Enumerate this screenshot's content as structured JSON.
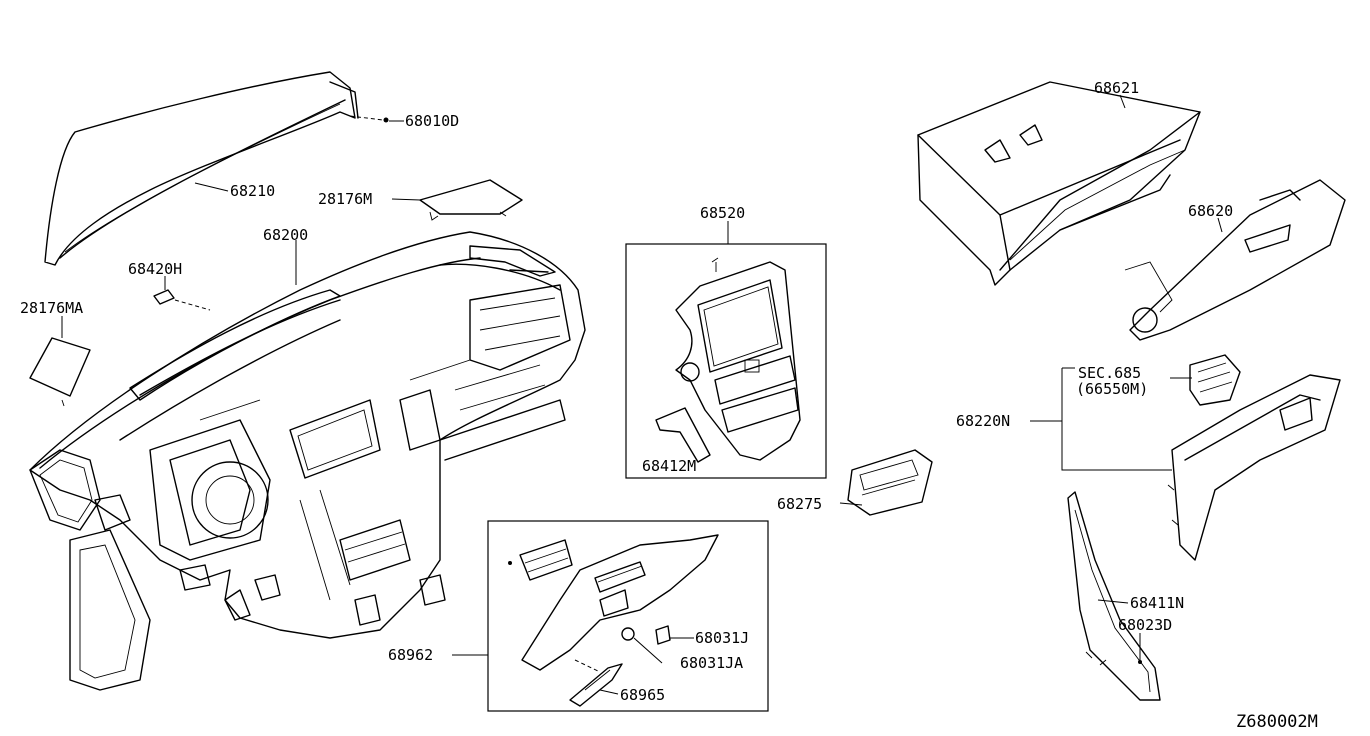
{
  "diagram_code": "Z680002M",
  "parts": {
    "p68010D": "68010D",
    "p68210": "68210",
    "p28176M": "28176M",
    "p68200": "68200",
    "p68420H": "68420H",
    "p28176MA": "28176MA",
    "p68520": "68520",
    "p68412M": "68412M",
    "p68275": "68275",
    "p68621": "68621",
    "p68620": "68620",
    "sec685": "SEC.685",
    "p66550M": "(66550M)",
    "p68220N": "68220N",
    "p68411N": "68411N",
    "p68023D": "68023D",
    "p68962": "68962",
    "p68031J": "68031J",
    "p68031JA": "68031JA",
    "p68965": "68965"
  }
}
